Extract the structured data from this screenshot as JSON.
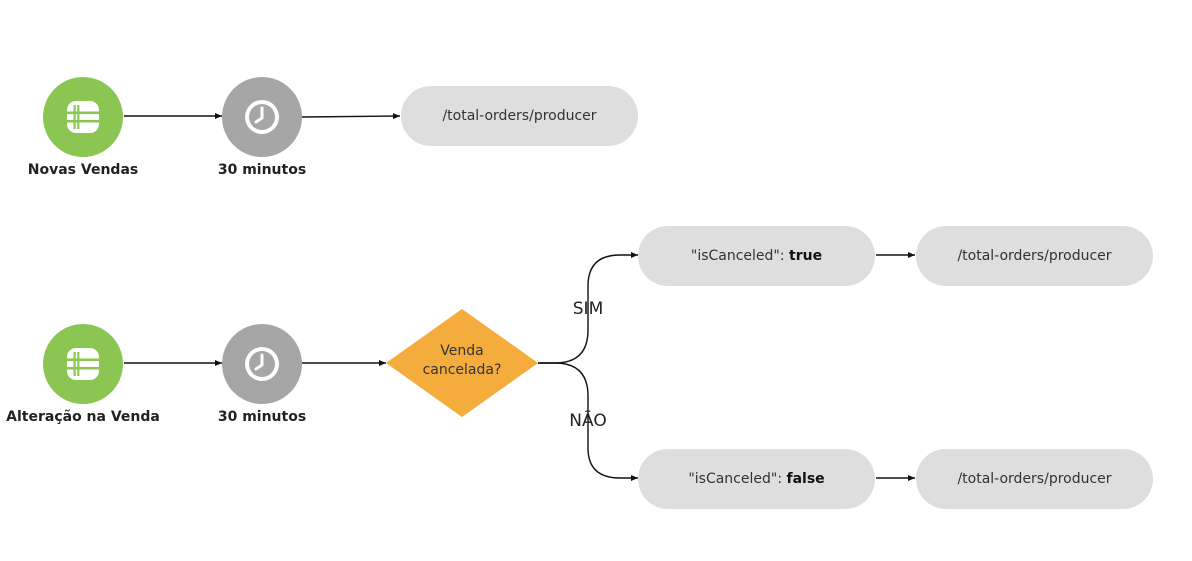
{
  "colors": {
    "trigger": "#8bc652",
    "timer": "#a6a6a6",
    "decision": "#f4ac3d",
    "pill": "#dedede"
  },
  "flow1": {
    "trigger_icon": "database-icon",
    "trigger_label": "Novas Vendas",
    "timer_icon": "clock-icon",
    "timer_label": "30 minutos",
    "endpoint": "/total-orders/producer"
  },
  "flow2": {
    "trigger_icon": "database-icon",
    "trigger_label": "Alteração na Venda",
    "timer_icon": "clock-icon",
    "timer_label": "30 minutos",
    "decision_line1": "Venda",
    "decision_line2": "cancelada?",
    "yes_label": "SIM",
    "no_label": "NÃO",
    "yes_key": "\"isCanceled\": ",
    "yes_value": "true",
    "no_key": "\"isCanceled\": ",
    "no_value": "false",
    "yes_endpoint": "/total-orders/producer",
    "no_endpoint": "/total-orders/producer"
  }
}
